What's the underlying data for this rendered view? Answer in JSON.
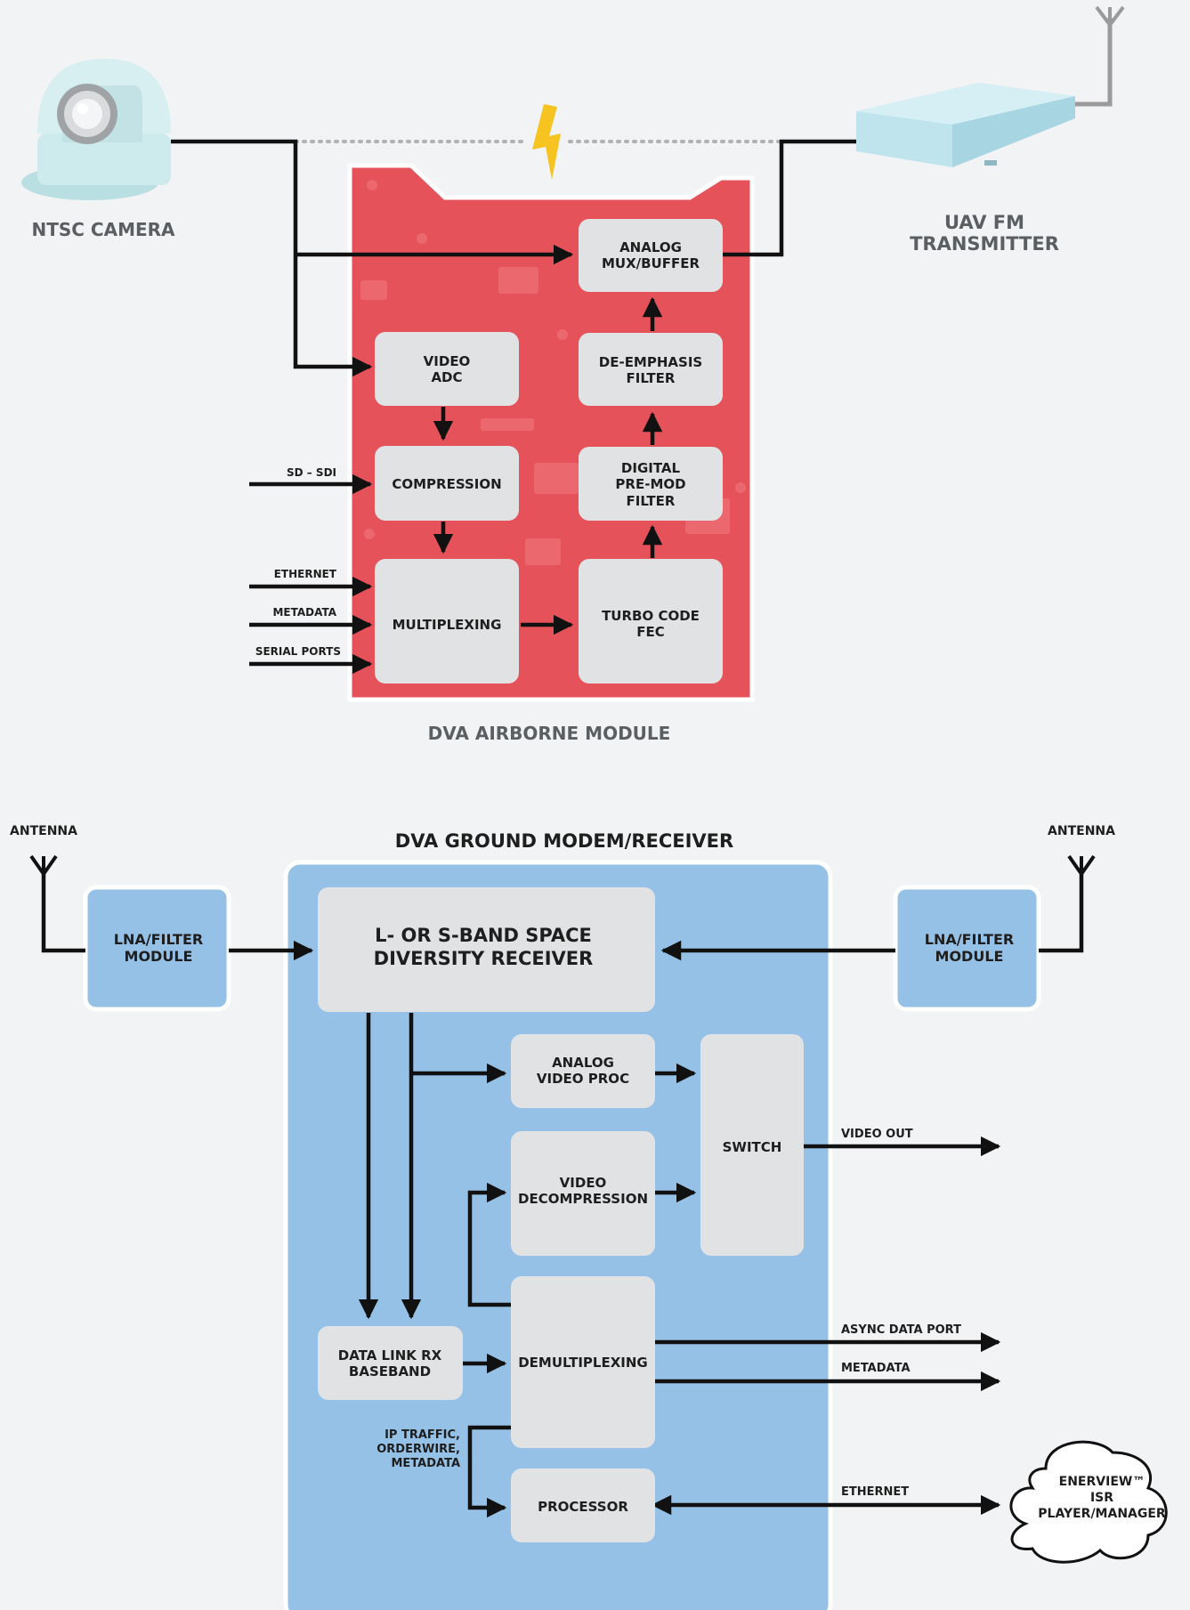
{
  "colors": {
    "background": "#f2f3f4",
    "airborne_board": "#e5525a",
    "ground_board": "#96c1e6",
    "block": "#e1e2e3",
    "lna_block": "#96c1e6",
    "camera": "#cdeaec",
    "transmitter": "#bfe4ee",
    "lightning": "#f7c320",
    "wire": "#111111",
    "antenna_gray": "#9a9a9a",
    "label_gray": "#5a5f63"
  },
  "airborne": {
    "camera_label": "NTSC CAMERA",
    "transmitter_label": [
      "UAV FM",
      "TRANSMITTER"
    ],
    "module_label": "DVA AIRBORNE MODULE",
    "blocks": {
      "analog_mux": [
        "ANALOG",
        "MUX/BUFFER"
      ],
      "deemphasis": [
        "DE-EMPHASIS",
        "FILTER"
      ],
      "video_adc": [
        "VIDEO",
        "ADC"
      ],
      "compression": [
        "COMPRESSION"
      ],
      "digital_premod": [
        "DIGITAL",
        "PRE-MOD",
        "FILTER"
      ],
      "multiplexing": [
        "MULTIPLEXING"
      ],
      "turbo_fec": [
        "TURBO CODE",
        "FEC"
      ]
    },
    "inputs": {
      "sd_sdi": "SD – SDI",
      "ethernet": "ETHERNET",
      "metadata": "METADATA",
      "serial_ports": "SERIAL PORTS"
    }
  },
  "ground": {
    "title": "DVA GROUND MODEM/RECEIVER",
    "antenna_left": "ANTENNA",
    "antenna_right": "ANTENNA",
    "blocks": {
      "lna_left": [
        "LNA/FILTER",
        "MODULE"
      ],
      "lna_right": [
        "LNA/FILTER",
        "MODULE"
      ],
      "receiver": [
        "L- OR S-BAND SPACE",
        "DIVERSITY RECEIVER"
      ],
      "analog_video_proc": [
        "ANALOG",
        "VIDEO PROC"
      ],
      "video_decompression": [
        "VIDEO",
        "DECOMPRESSION"
      ],
      "switch": [
        "SWITCH"
      ],
      "data_link": [
        "DATA LINK RX",
        "BASEBAND"
      ],
      "demultiplexing": [
        "DEMULTIPLEXING"
      ],
      "processor": [
        "PROCESSOR"
      ]
    },
    "outputs": {
      "video_out": "VIDEO OUT",
      "async_data_port": "ASYNC DATA PORT",
      "metadata": "METADATA",
      "ethernet": "ETHERNET"
    },
    "ip_traffic_label": [
      "IP TRAFFIC,",
      "ORDERWIRE,",
      "METADATA"
    ],
    "enerview_label": [
      "ENERVIEW™",
      "ISR",
      "PLAYER/MANAGER"
    ]
  }
}
